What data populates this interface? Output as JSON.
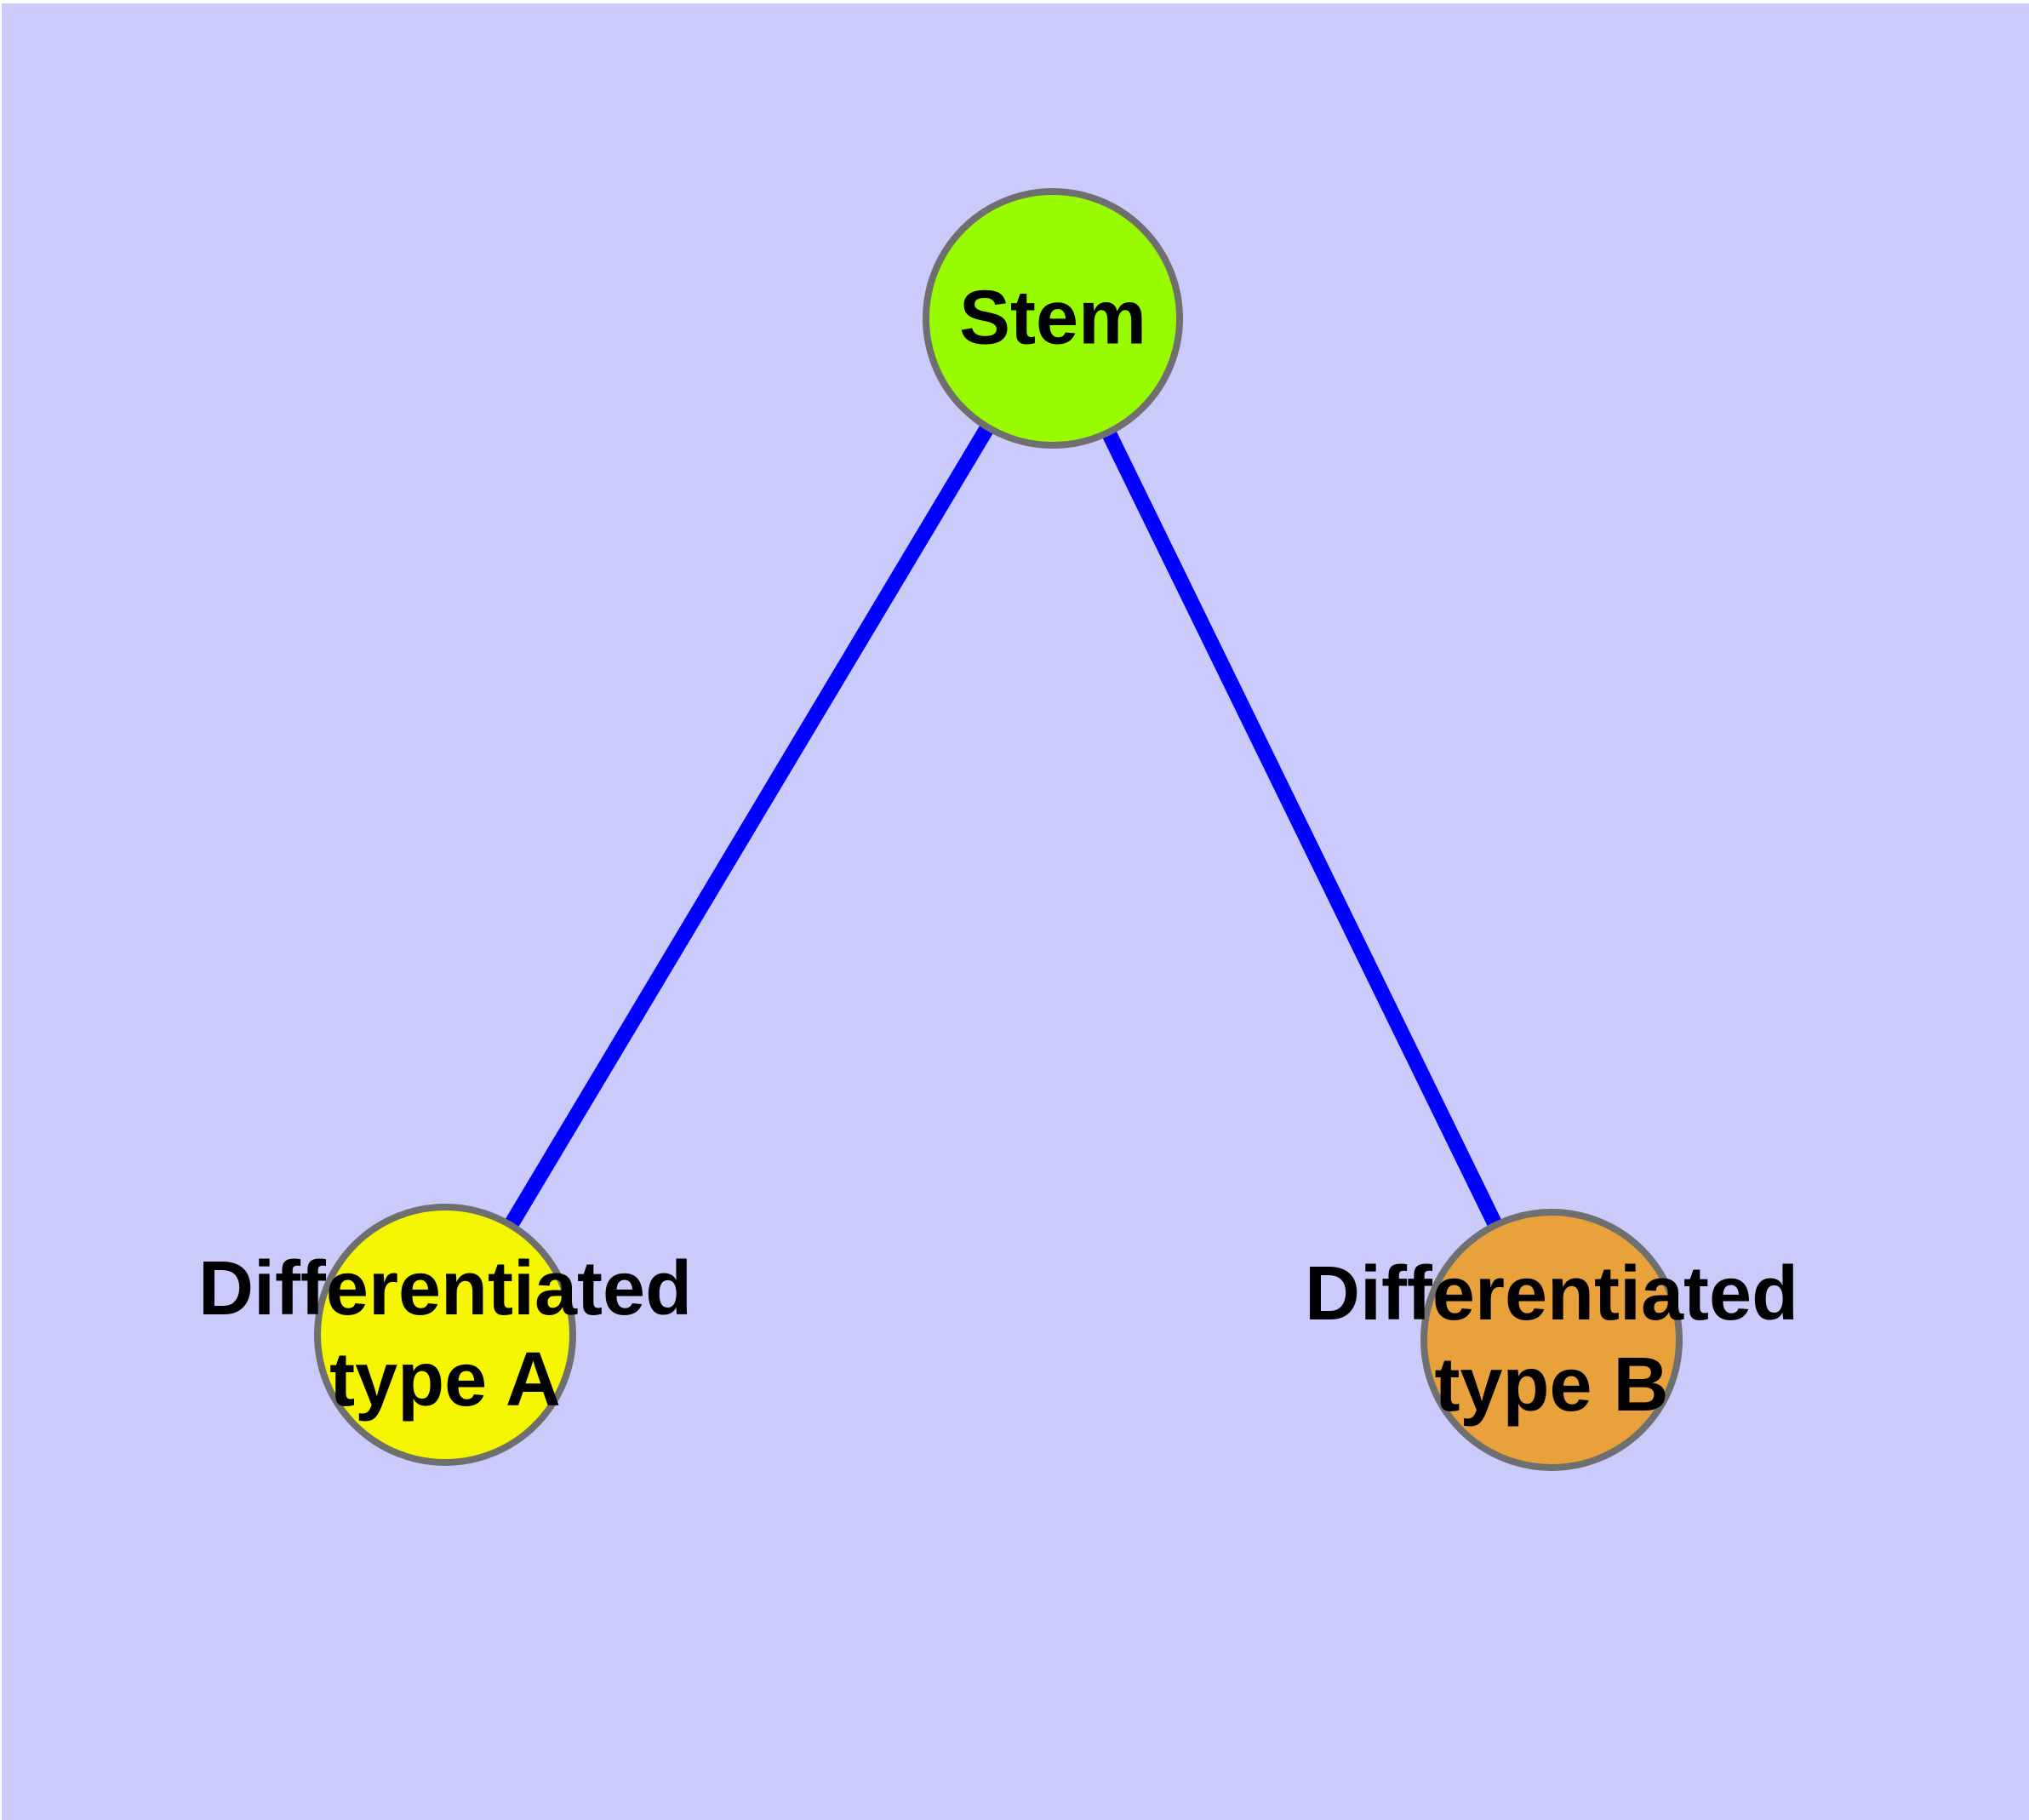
{
  "diagram": {
    "type": "graph",
    "background_color": "#CACAFB",
    "page_margin_color": "#FFFFFF",
    "edge_color": "#0000FF",
    "node_border_color": "#6F6F6F",
    "label_color": "#000000",
    "nodes": {
      "stem": {
        "label": "Stem",
        "fill": "#99FB00"
      },
      "type_a": {
        "label_line1": "Differentiated",
        "label_line2": "type A",
        "label_full": "Differentiated type A",
        "fill": "#F6F600"
      },
      "type_b": {
        "label_line1": "Differentiated",
        "label_line2": "type B",
        "label_full": "Differentiated type B",
        "fill": "#E8A13B"
      }
    },
    "edges": [
      {
        "from": "Stem",
        "to": "Differentiated type A"
      },
      {
        "from": "Stem",
        "to": "Differentiated type B"
      }
    ]
  }
}
